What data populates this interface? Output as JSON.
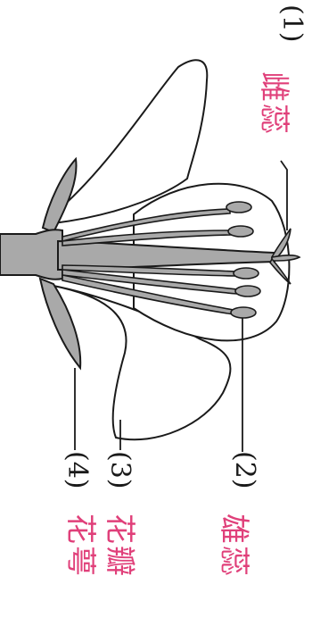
{
  "labels": [
    {
      "number": "(1)",
      "answer": "雌蕊"
    },
    {
      "number": "(2)",
      "answer": "雄蕊"
    },
    {
      "number": "(3)",
      "answer": "花瓣"
    },
    {
      "number": "(4)",
      "answer": "花萼"
    }
  ],
  "colors": {
    "outline": "#1a1a1a",
    "part_fill": "#a9a9a9",
    "petal_fill": "#ffffff",
    "handwriting": "#e0407a"
  }
}
